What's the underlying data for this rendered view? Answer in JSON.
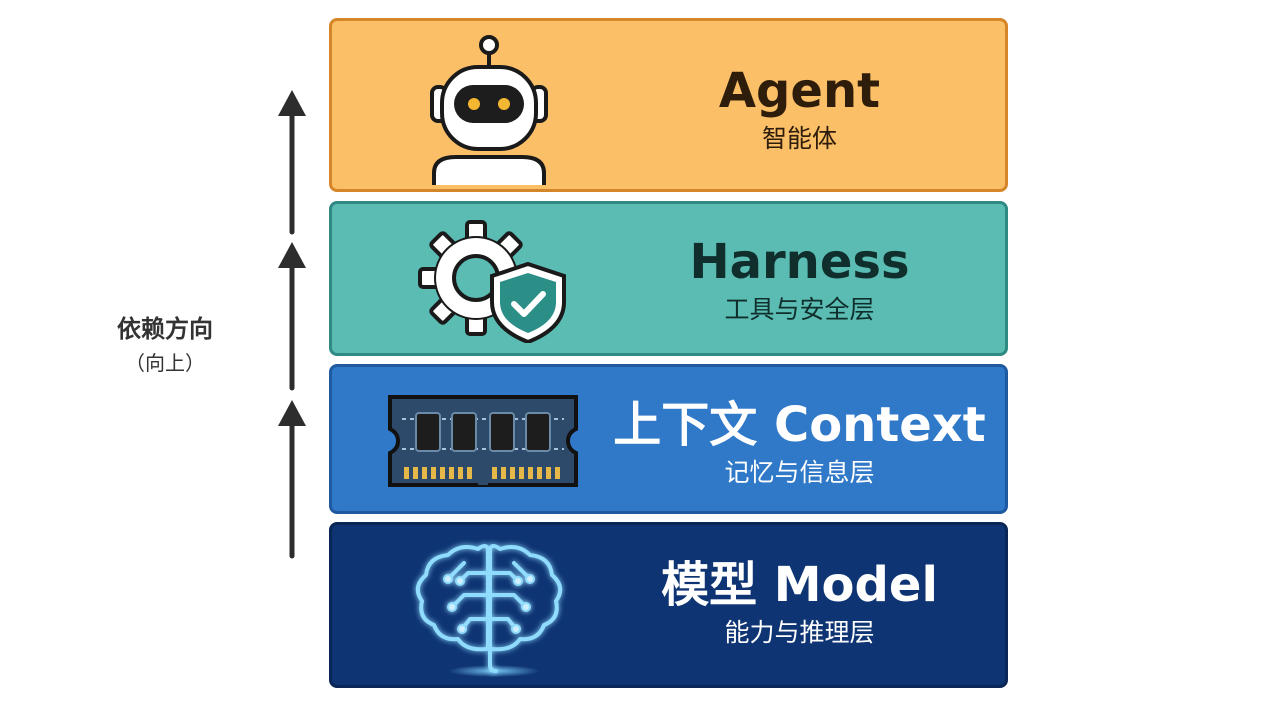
{
  "side_label": {
    "main": "依赖方向",
    "sub": "（向上）"
  },
  "layers": [
    {
      "title": "Agent",
      "subtitle": "智能体",
      "icon": "robot-icon",
      "color": "#fbbf67"
    },
    {
      "title": "Harness",
      "subtitle": "工具与安全层",
      "icon": "gear-shield-icon",
      "color": "#5bbcb4"
    },
    {
      "title": "上下文 Context",
      "subtitle": "记忆与信息层",
      "icon": "memory-module-icon",
      "color": "#2f79c8"
    },
    {
      "title": "模型 Model",
      "subtitle": "能力与推理层",
      "icon": "brain-circuit-icon",
      "color": "#0e3473"
    }
  ]
}
